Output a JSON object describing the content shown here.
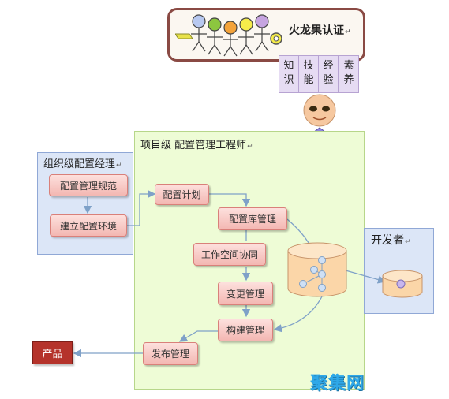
{
  "role_box": {
    "title": "火龙果认证",
    "mark": "↵"
  },
  "skills": [
    {
      "line1": "知",
      "line2": "识"
    },
    {
      "line1": "技",
      "line2": "能"
    },
    {
      "line1": "经",
      "line2": "验"
    },
    {
      "line1": "素",
      "line2": "养"
    }
  ],
  "project_box": {
    "title": "项目级  配置管理工程师",
    "mark": "↵"
  },
  "org_box": {
    "title": "组织级配置经理",
    "items": [
      "配置管理规范",
      "建立配置环境"
    ]
  },
  "dev_box": {
    "title": "开发者"
  },
  "processes": {
    "plan": "配置计划",
    "repo": "配置库管理",
    "workspace": "工作空间协同",
    "change": "变更管理",
    "build": "构建管理",
    "release": "发布管理"
  },
  "product": "产品",
  "watermark": "聚集网",
  "colors": {
    "process_fill": "#f3b7b2",
    "project_bg": "#eefcd6",
    "org_bg": "#dce6f7",
    "accent_stroke": "#7fa1c8",
    "product_fill": "#b5332b"
  }
}
